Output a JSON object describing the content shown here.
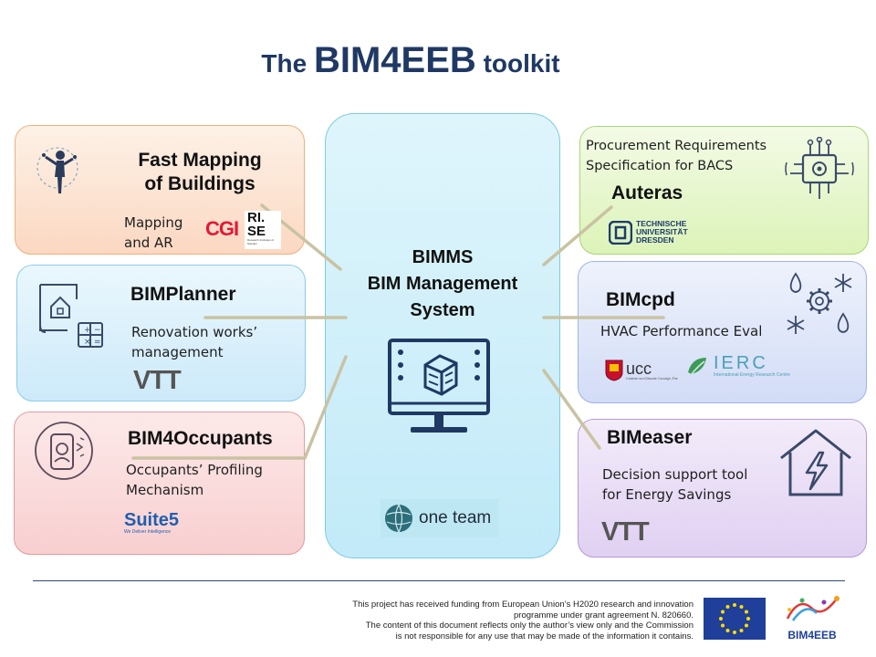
{
  "slide": {
    "title_prefix": "The ",
    "title_main": "BIM4EEB",
    "title_suffix": " toolkit"
  },
  "center": {
    "line1": "BIMMS",
    "line2": "BIM Management",
    "line3": "System",
    "icon": "monitor-building-icon",
    "logo_text": "one team"
  },
  "tools": {
    "fast_mapping": {
      "title_line1": "Fast Mapping",
      "title_line2": "of Buildings",
      "desc_line1": "Mapping",
      "desc_line2": "and AR",
      "logo1": "CGI",
      "logo2_line1": "RI.",
      "logo2_line2": "SE",
      "logo2_caption": "Research Institutes of Sweden",
      "icon": "person-scanning-icon"
    },
    "bimplanner": {
      "title": "BIMPlanner",
      "desc_line1": "Renovation works’",
      "desc_line2": "management",
      "logo": "VTT",
      "icon": "blueprint-house-icon"
    },
    "bim4occupants": {
      "title": "BIM4Occupants",
      "desc_line1": "Occupants’ Profiling",
      "desc_line2": "Mechanism",
      "logo": "Suite5",
      "logo_caption": "We Deliver Intelligence",
      "icon": "phone-profile-icon"
    },
    "auteras": {
      "title": "Auteras",
      "desc_line1": "Procurement Requirements",
      "desc_line2": "Specification for BACS",
      "logo_line1": "TECHNISCHE",
      "logo_line2": "UNIVERSITÄT",
      "logo_line3": "DRESDEN",
      "icon": "chip-network-icon"
    },
    "bimcpd": {
      "title": "BIMcpd",
      "desc": "HVAC Performance Eval",
      "logo1": "ucc",
      "logo1_caption": "Coláiste na hOllscoile Corcaigh, Éire",
      "logo2": "IERC",
      "logo2_caption": "International Energy Research Centre",
      "icon": "hvac-gear-icon"
    },
    "bimeaser": {
      "title": "BIMeaser",
      "desc_line1": "Decision support tool",
      "desc_line2": "for Energy Savings",
      "logo": "VTT",
      "icon": "house-lightning-icon"
    }
  },
  "footer": {
    "line1": "This project has received funding from European Union’s H2020 research and innovation",
    "line2": "programme under grant agreement N. 820660.",
    "line3": "The content of this document reflects only the author’s view only and the Commission",
    "line4": "is not responsible for any use that may be made of the information it contains.",
    "brand": "BIM4EEB"
  },
  "colors": {
    "title": "#1f3864",
    "orange_card": "#fbdcc8",
    "blue_card": "#d9f0fb",
    "red_card": "#fadada",
    "green_card": "#e6f7c8",
    "lavender_card": "#dce4f8",
    "purple_card": "#e8dcf5",
    "center_card": "#cdeefa",
    "connector": "#c8c0a0",
    "vtt_orange": "#e8701a"
  }
}
